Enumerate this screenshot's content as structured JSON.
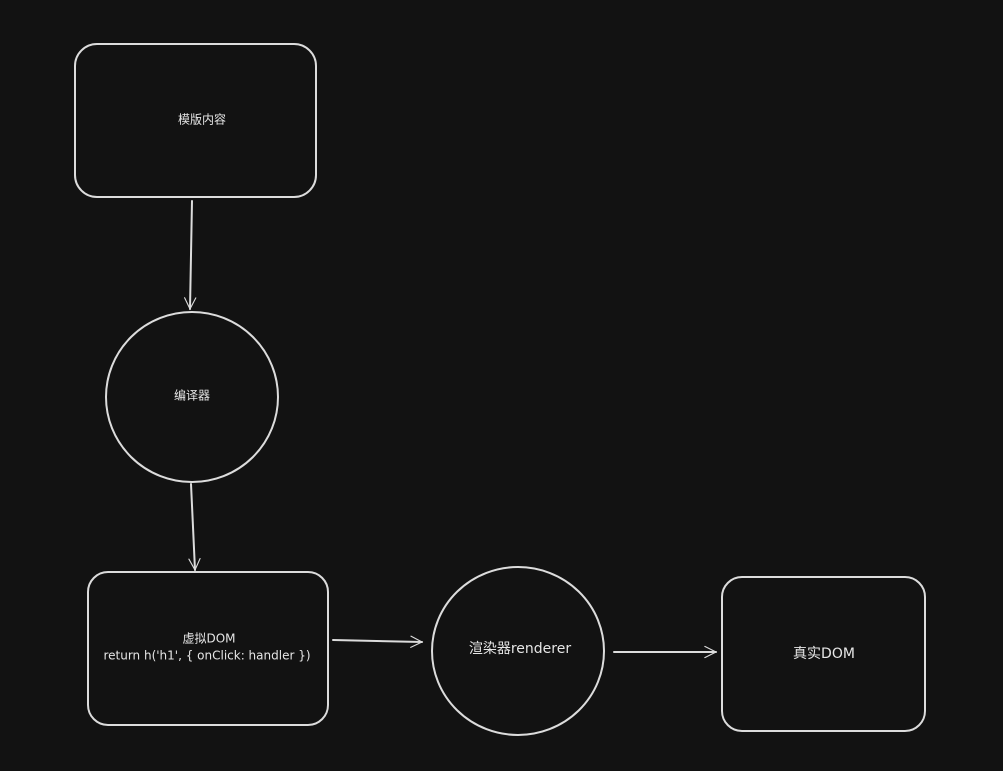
{
  "nodes": {
    "template": {
      "label": "模版内容"
    },
    "compiler": {
      "label": "编译器"
    },
    "vdom": {
      "label": "虚拟DOM",
      "code": "return h('h1', { onClick: handler })"
    },
    "renderer": {
      "label": "渲染器renderer"
    },
    "realdom": {
      "label": "真实DOM"
    }
  },
  "colors": {
    "background": "#121212",
    "stroke": "#dcdcdc"
  }
}
